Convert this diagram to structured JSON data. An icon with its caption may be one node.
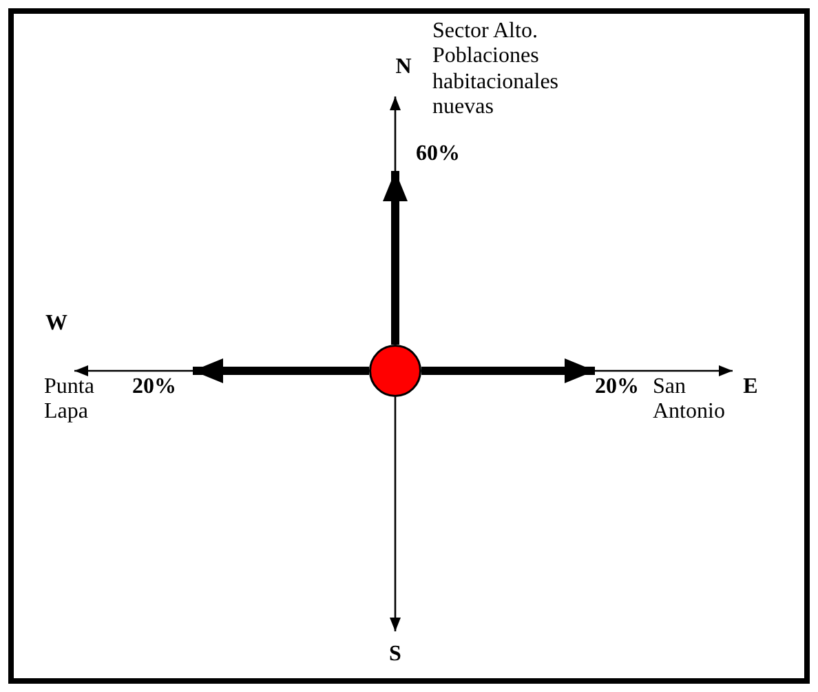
{
  "diagram": {
    "nodes": [
      {
        "text": [],
        "shape": "circle"
      },
      {
        "text": [
          "N"
        ],
        "beside": [
          "Sector Alto. Poblaciones habitacionales nuevas"
        ]
      },
      {
        "text": [
          "W"
        ],
        "beside": [
          "Punta Lapa"
        ]
      },
      {
        "text": [
          "E"
        ],
        "beside": [
          "San Antonio"
        ]
      },
      {
        "text": [
          "S"
        ]
      },
      {
        "text": [
          "60%"
        ]
      },
      {
        "text": [
          "20%"
        ]
      },
      {
        "text": [
          "20%"
        ]
      }
    ],
    "edges": [
      {
        "from": 0,
        "to": 1,
        "arrow": "to"
      },
      {
        "from": 0,
        "to": 2,
        "arrow": "to"
      },
      {
        "from": 0,
        "to": 3,
        "arrow": "to"
      },
      {
        "from": 0,
        "to": 4,
        "arrow": "to"
      },
      {
        "from": 0,
        "to": 5,
        "arrow": "to",
        "style": "thick"
      },
      {
        "from": 0,
        "to": 6,
        "arrow": "to",
        "style": "thick"
      },
      {
        "from": 0,
        "to": 7,
        "arrow": "to",
        "style": "thick"
      }
    ]
  }
}
